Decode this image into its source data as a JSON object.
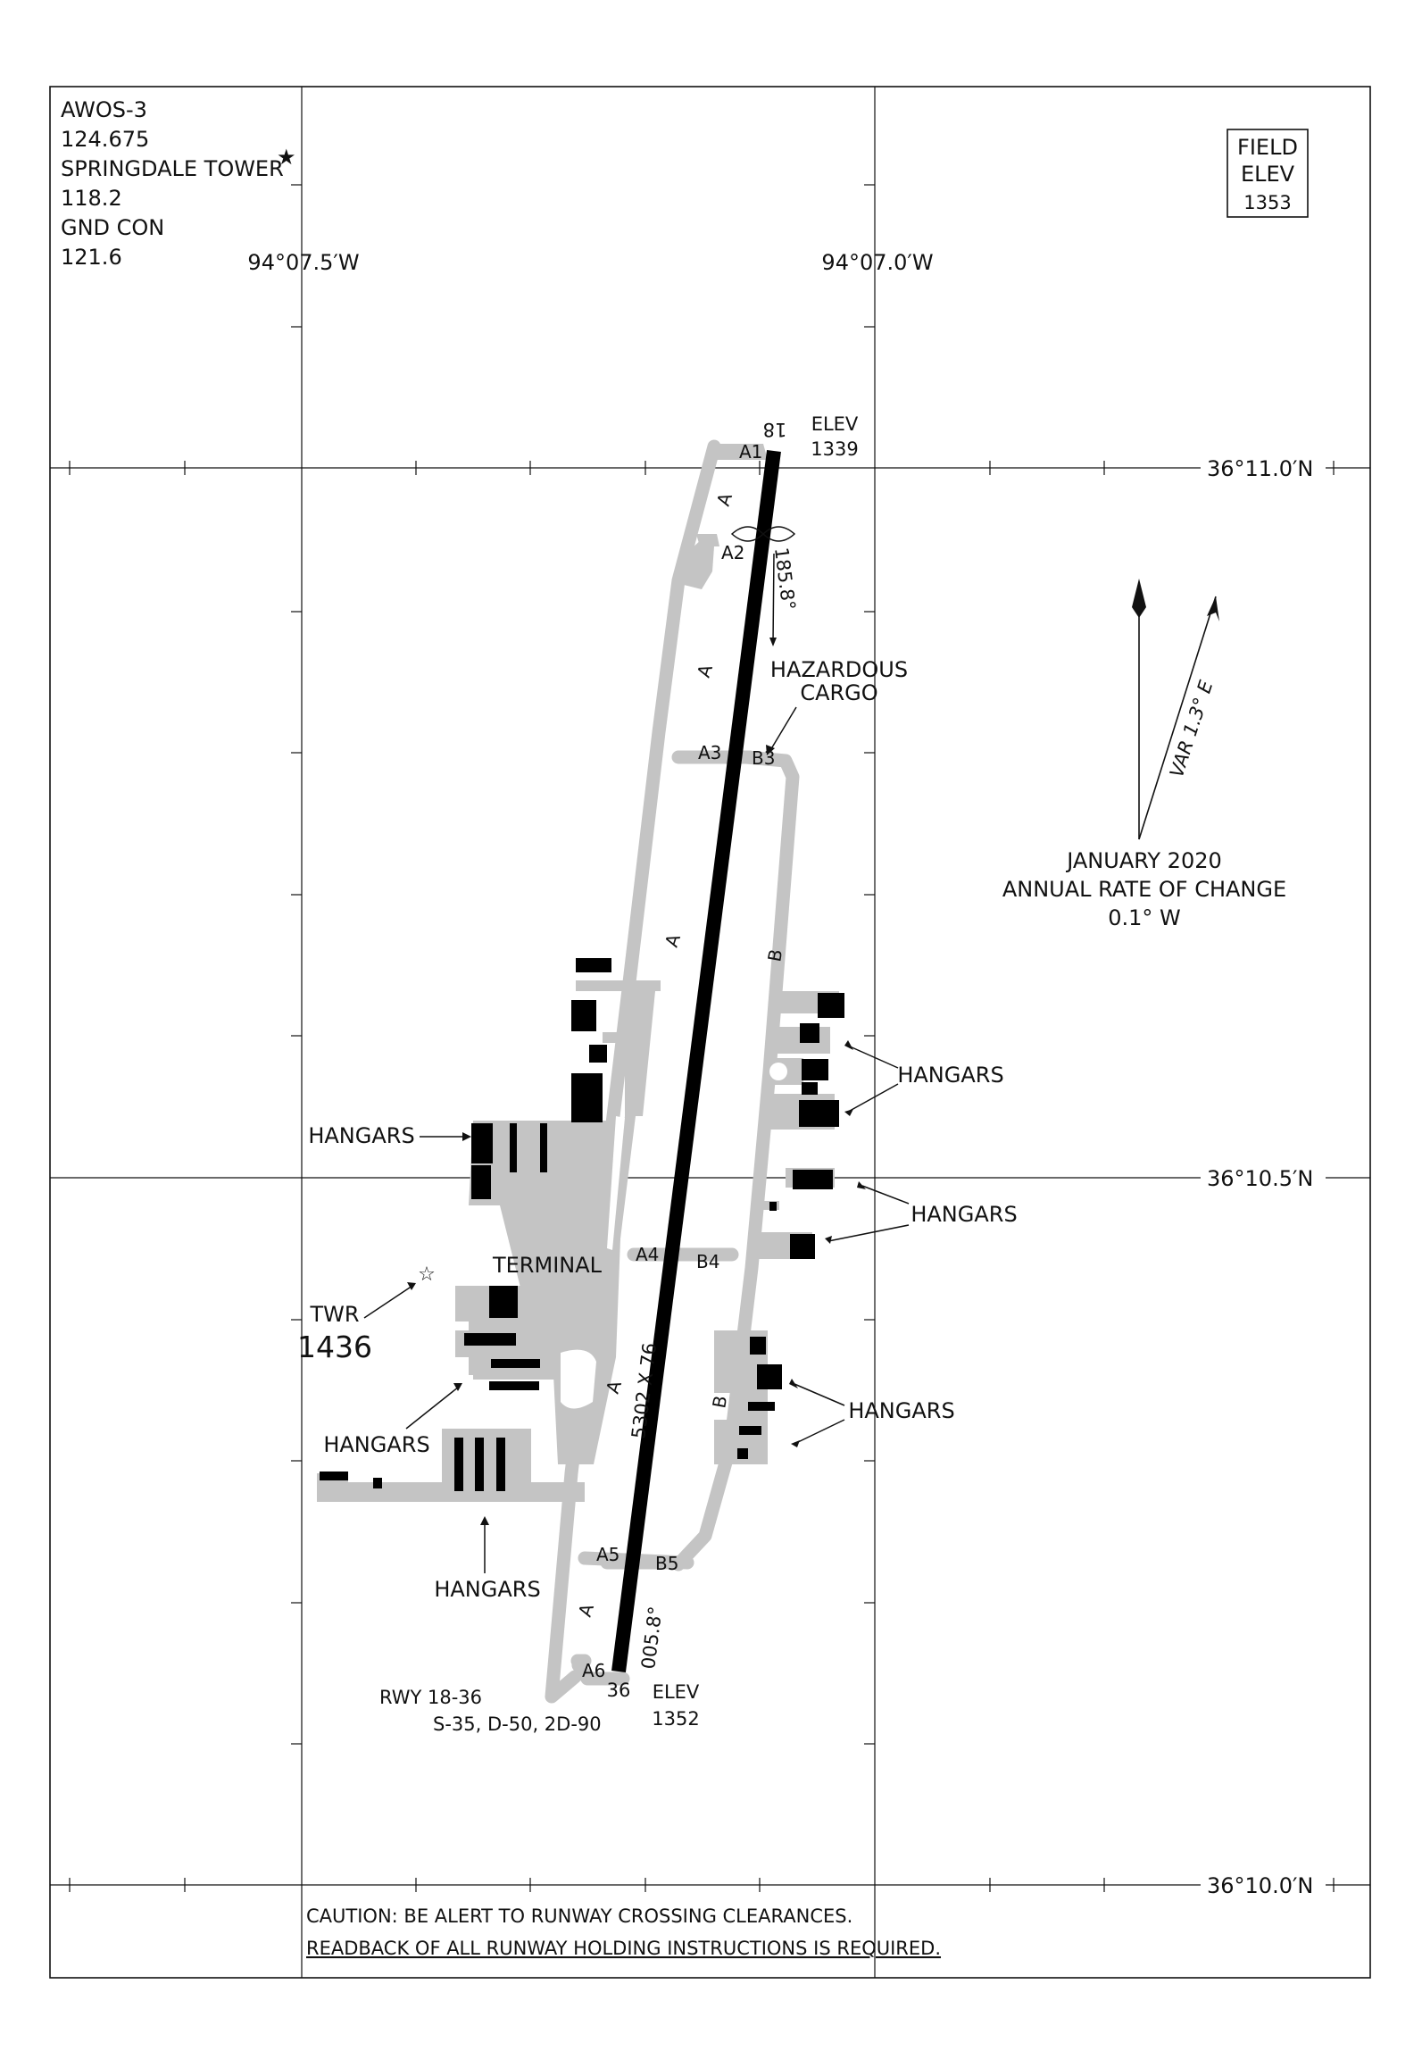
{
  "comms": {
    "line1": "AWOS-3",
    "line2": "124.675",
    "line3": "SPRINGDALE TOWER",
    "line4": "118.2",
    "line5": "GND CON",
    "line6": "121.6"
  },
  "field_elev": {
    "line1": "FIELD",
    "line2": "ELEV",
    "line3": "1353"
  },
  "coords": {
    "lon_west": "94°07.5′W",
    "lon_east": "94°07.0′W",
    "lat_top": "36°11.0′N",
    "lat_mid": "36°10.5′N",
    "lat_bottom": "36°10.0′N"
  },
  "runway": {
    "north_end": "18",
    "south_end": "36",
    "north_elev_label": "ELEV",
    "north_elev": "1339",
    "south_elev_label": "ELEV",
    "south_elev": "1352",
    "heading_south": "185.8°",
    "heading_north": "005.8°",
    "dimensions": "5302 X 76",
    "designation": "RWY 18-36",
    "strength": "S-35, D-50, 2D-90"
  },
  "taxiways": {
    "a1": "A1",
    "a2": "A2",
    "a3": "A3",
    "a4": "A4",
    "a5": "A5",
    "a6": "A6",
    "b3": "B3",
    "b4": "B4",
    "b5": "B5",
    "a": "A",
    "b": "B"
  },
  "labels": {
    "hazardous_1": "HAZARDOUS",
    "hazardous_2": "CARGO",
    "hangars": "HANGARS",
    "terminal": "TERMINAL",
    "twr": "TWR",
    "twr_elev": "1436"
  },
  "magnetic": {
    "var": "VAR 1.3° E",
    "date": "JANUARY 2020",
    "rate_label": "ANNUAL RATE OF CHANGE",
    "rate": "0.1° W"
  },
  "notes": {
    "caution": "CAUTION: BE ALERT TO RUNWAY CROSSING CLEARANCES.",
    "readback": "READBACK OF ALL RUNWAY HOLDING INSTRUCTIONS IS REQUIRED."
  }
}
